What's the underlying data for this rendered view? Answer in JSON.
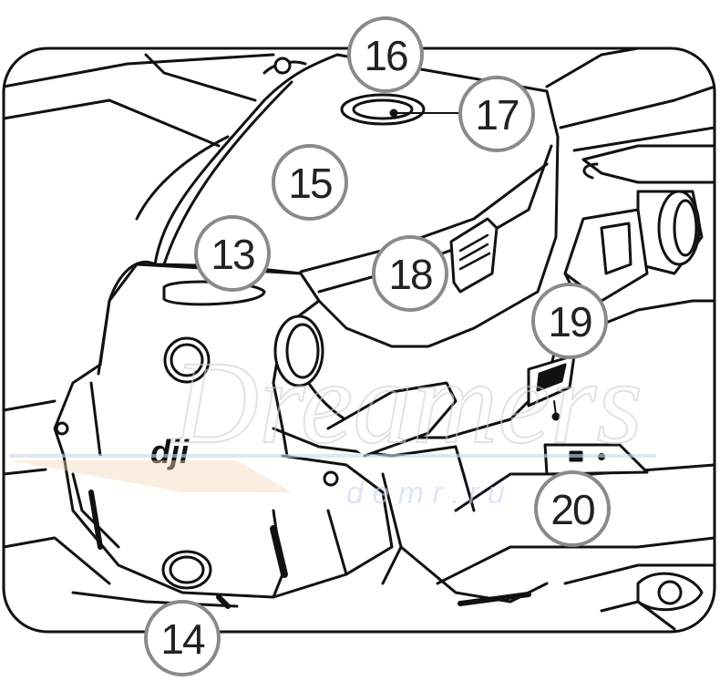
{
  "diagram": {
    "callouts": [
      {
        "id": "c13",
        "label": "13"
      },
      {
        "id": "c14",
        "label": "14"
      },
      {
        "id": "c15",
        "label": "15"
      },
      {
        "id": "c16",
        "label": "16"
      },
      {
        "id": "c17",
        "label": "17"
      },
      {
        "id": "c18",
        "label": "18"
      },
      {
        "id": "c19",
        "label": "19"
      },
      {
        "id": "c20",
        "label": "20"
      }
    ],
    "logo_text": "dji",
    "watermark": {
      "main": "Dreamers",
      "sub": "d e m r . r u"
    }
  },
  "colors": {
    "line": "#111111",
    "callout_ring": "#8a8a8a",
    "watermark_gray": "#d9d9d9",
    "watermark_blue": "#c9d8ef",
    "watermark_orange": "#f3d9b8"
  }
}
